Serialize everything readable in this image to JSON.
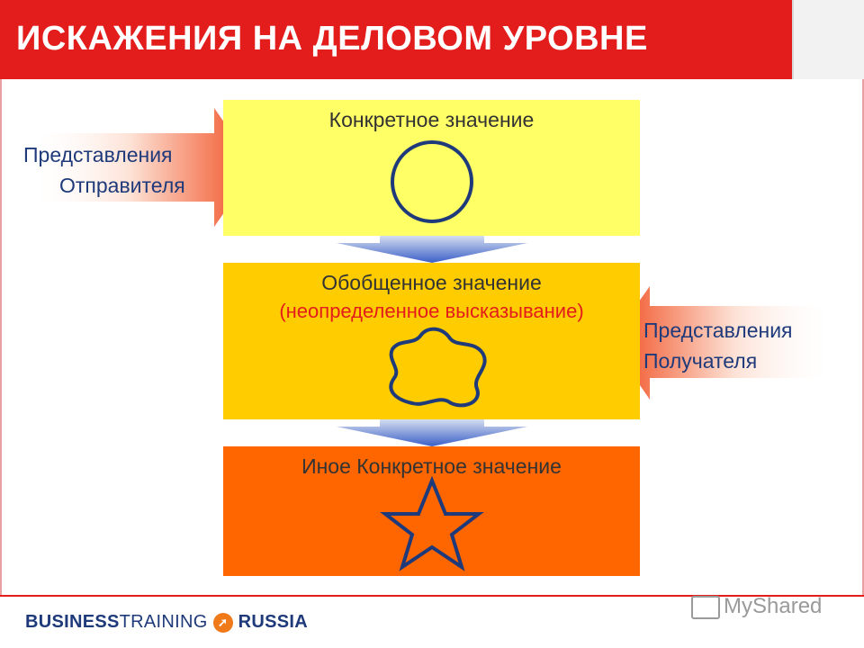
{
  "header": {
    "title": "ИСКАЖЕНИЯ НА ДЕЛОВОМ УРОВНЕ"
  },
  "diagram": {
    "box1": {
      "label": "Конкретное значение",
      "shape": "circle-icon"
    },
    "box2": {
      "label": "Обобщенное значение",
      "sublabel": "(неопределенное высказывание)",
      "shape": "blob-icon"
    },
    "box3": {
      "label": "Иное Конкретное значение",
      "shape": "star-icon"
    },
    "sender": {
      "line1": "Представления",
      "line2": "Отправителя"
    },
    "receiver": {
      "line1": "Представления",
      "line2": "Получателя"
    },
    "colors": {
      "box1": "#ffff66",
      "box2": "#ffcc00",
      "box3": "#ff6600",
      "shape_stroke": "#1f3a7a",
      "accent": "#e31c1c"
    }
  },
  "footer": {
    "brand_bold1": "BUSINESS",
    "brand_thin": "TRAINING",
    "brand_bold2": "RUSSIA",
    "watermark": "MyShared"
  }
}
